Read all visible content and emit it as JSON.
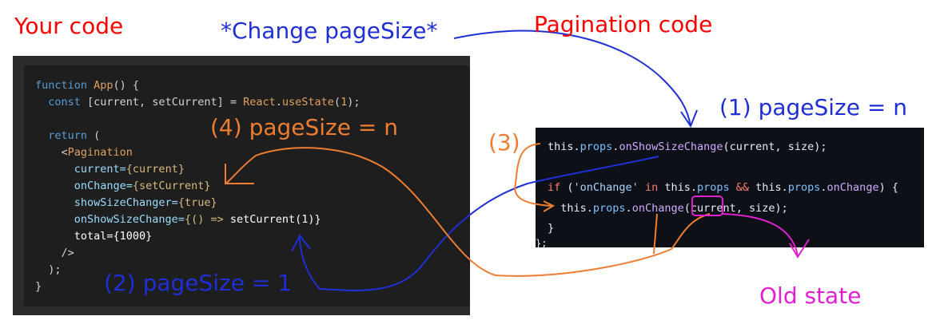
{
  "labels": {
    "your_code": "Your code",
    "change_pagesize": "*Change pageSize*",
    "pagination_code": "Pagination code",
    "step1": "(1) pageSize = n",
    "step2": "(2) pageSize = 1",
    "step3": "(3)",
    "step4": "(4) pageSize = n",
    "old_state": "Old state"
  },
  "colors": {
    "red": "#ff0000",
    "blue": "#1f2fd6",
    "orange": "#ed7d31",
    "magenta": "#e020d0"
  },
  "left_code": [
    [
      [
        "function ",
        "#569cd6"
      ],
      [
        "App",
        "#e0a060"
      ],
      [
        "() {",
        "#d4d4d4"
      ]
    ],
    [
      [
        "  const ",
        "#569cd6"
      ],
      [
        "[current, setCurrent] = ",
        "#d4d4d4"
      ],
      [
        "React",
        "#e0a060"
      ],
      [
        ".",
        "#d4d4d4"
      ],
      [
        "useState",
        "#e0a060"
      ],
      [
        "(",
        "#d4d4d4"
      ],
      [
        "1",
        "#e0a060"
      ],
      [
        ");",
        "#d4d4d4"
      ]
    ],
    [
      [
        "",
        ""
      ]
    ],
    [
      [
        "  return ",
        "#569cd6"
      ],
      [
        "(",
        "#d4d4d4"
      ]
    ],
    [
      [
        "    <",
        "#d4d4d4"
      ],
      [
        "Pagination",
        "#e0a060"
      ]
    ],
    [
      [
        "      current=",
        "#9cdcfe"
      ],
      [
        "{current}",
        "#d7ba7d"
      ]
    ],
    [
      [
        "      onChange=",
        "#9cdcfe"
      ],
      [
        "{setCurrent}",
        "#d7ba7d"
      ]
    ],
    [
      [
        "      showSizeChanger=",
        "#9cdcfe"
      ],
      [
        "{true}",
        "#d7ba7d"
      ]
    ],
    [
      [
        "      onShowSizeChange=",
        "#9cdcfe"
      ],
      [
        "{() => ",
        "#d7ba7d"
      ],
      [
        "setCurrent(1)}",
        "#ffffff"
      ]
    ],
    [
      [
        "      total={1000}",
        "#ffffff"
      ]
    ],
    [
      [
        "    />",
        "#d4d4d4"
      ]
    ],
    [
      [
        "  );",
        "#d4d4d4"
      ]
    ],
    [
      [
        "}",
        "#d4d4d4"
      ]
    ]
  ],
  "right_code": [
    [
      [
        "this",
        "#e6edf3"
      ],
      [
        ".",
        "#e6edf3"
      ],
      [
        "props",
        "#79c0ff"
      ],
      [
        ".",
        "#e6edf3"
      ],
      [
        "onShowSizeChange",
        "#d2a8ff"
      ],
      [
        "(current, size);",
        "#e6edf3"
      ]
    ],
    [
      [
        "",
        ""
      ]
    ],
    [
      [
        "if",
        "#ff7b72"
      ],
      [
        " (",
        "#e6edf3"
      ],
      [
        "'onChange'",
        "#a5d6ff"
      ],
      [
        " in ",
        "#ff7b72"
      ],
      [
        "this.",
        "#e6edf3"
      ],
      [
        "props",
        "#79c0ff"
      ],
      [
        " && ",
        "#ff7b72"
      ],
      [
        "this.",
        "#e6edf3"
      ],
      [
        "props",
        "#79c0ff"
      ],
      [
        ".",
        "#e6edf3"
      ],
      [
        "onChange",
        "#d2a8ff"
      ],
      [
        ") {",
        "#e6edf3"
      ]
    ],
    [
      [
        "  this.",
        "#e6edf3"
      ],
      [
        "props",
        "#79c0ff"
      ],
      [
        ".",
        "#e6edf3"
      ],
      [
        "onChange",
        "#d2a8ff"
      ],
      [
        "(current, size);",
        "#e6edf3"
      ]
    ],
    [
      [
        "}",
        "#e6edf3"
      ]
    ]
  ]
}
